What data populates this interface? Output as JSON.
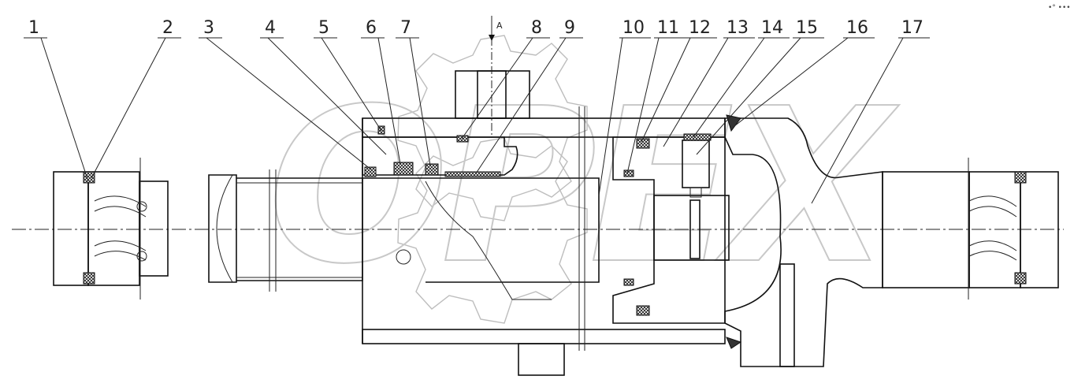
{
  "drawing": {
    "section_marker": "A",
    "corner_mark": "•° •••",
    "callouts": [
      "1",
      "2",
      "3",
      "4",
      "5",
      "6",
      "7",
      "8",
      "9",
      "10",
      "11",
      "12",
      "13",
      "14",
      "15",
      "16",
      "17"
    ],
    "watermark_text": "OPEX"
  }
}
